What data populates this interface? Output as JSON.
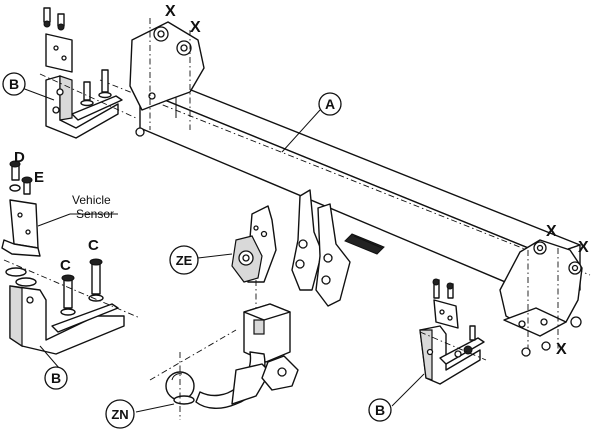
{
  "diagram": {
    "labels": {
      "main_bar": "A",
      "bracket_top_left": "B",
      "bracket_bottom_left": "B",
      "bracket_bottom_right": "B",
      "bolt_d": "D",
      "bolt_e": "E",
      "bolt_c_left": "C",
      "bolt_c_right": "C",
      "socket_plate": "ZE",
      "tow_ball": "ZN",
      "cut_x_1": "X",
      "cut_x_2": "X",
      "cut_x_3": "X",
      "cut_x_4": "X",
      "cut_x_5": "X"
    },
    "sensor_note": {
      "line1": "Vehicle",
      "line2": "Sensor"
    }
  }
}
